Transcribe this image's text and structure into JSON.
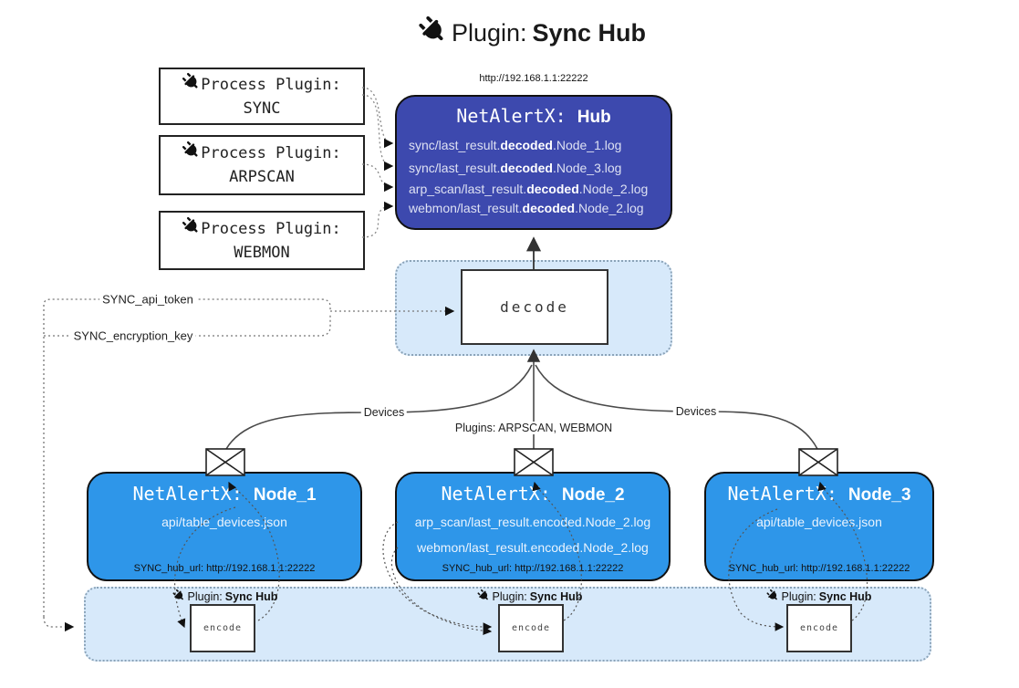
{
  "title": {
    "prefix": "Plugin: ",
    "bold": "Sync Hub"
  },
  "process_plugins": [
    {
      "line1": "Process Plugin:",
      "name": "SYNC"
    },
    {
      "line1": "Process Plugin:",
      "name": "ARPSCAN"
    },
    {
      "line1": "Process Plugin:",
      "name": "WEBMON"
    }
  ],
  "hub": {
    "url": "http://192.168.1.1:22222",
    "title_prefix": "NetAlertX: ",
    "title_bold": "Hub",
    "rows": [
      {
        "pre": "sync/last_result.",
        "bold": "decoded",
        "post": ".Node_1.log"
      },
      {
        "pre": "sync/last_result.",
        "bold": "decoded",
        "post": ".Node_3.log"
      },
      {
        "pre": "arp_scan/last_result.",
        "bold": "decoded",
        "post": ".Node_2.log"
      },
      {
        "pre": "webmon/last_result.",
        "bold": "decoded",
        "post": ".Node_2.log"
      }
    ]
  },
  "decode": {
    "label": "decode"
  },
  "tokens": {
    "api_token": "SYNC_api_token",
    "encryption_key": "SYNC_encryption_key"
  },
  "edges": {
    "devices_left": "Devices",
    "devices_right": "Devices",
    "plugins_center": "Plugins: ARPSCAN, WEBMON"
  },
  "nodes": [
    {
      "title_prefix": "NetAlertX: ",
      "title_bold": "Node_1",
      "rows": [
        "api/table_devices.json"
      ],
      "hub_url": "SYNC_hub_url: http://192.168.1.1:22222"
    },
    {
      "title_prefix": "NetAlertX: ",
      "title_bold": "Node_2",
      "rows": [
        "arp_scan/last_result.encoded.Node_2.log",
        "webmon/last_result.encoded.Node_2.log"
      ],
      "hub_url": "SYNC_hub_url: http://192.168.1.1:22222"
    },
    {
      "title_prefix": "NetAlertX: ",
      "title_bold": "Node_3",
      "rows": [
        "api/table_devices.json"
      ],
      "hub_url": "SYNC_hub_url: http://192.168.1.1:22222"
    }
  ],
  "encode_band": {
    "label_prefix": "Plugin: ",
    "label_bold": "Sync Hub",
    "encode_label": "encode"
  },
  "colors": {
    "hub_fill": "#3d49ae",
    "node_fill": "#2e96e9",
    "panel_fill": "#d7e9fa",
    "panel_border": "#8ba3b8",
    "line": "#4a4a4a"
  }
}
